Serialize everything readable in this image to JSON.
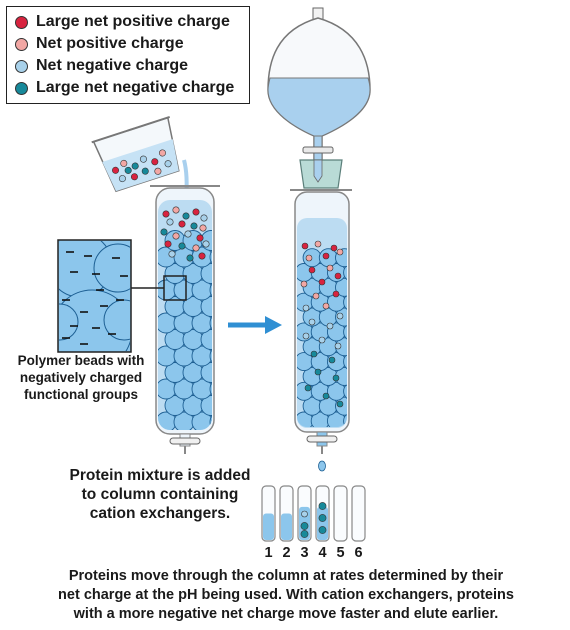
{
  "legend": {
    "items": [
      {
        "label": "Large net positive charge",
        "color": "#d8233f"
      },
      {
        "label": "Net positive charge",
        "color": "#f2a7a4"
      },
      {
        "label": "Net negative charge",
        "color": "#a8d1ea"
      },
      {
        "label": "Large net negative charge",
        "color": "#17899a"
      }
    ]
  },
  "bead_label": {
    "line1": "Polymer beads with",
    "line2": "negatively charged",
    "line3": "functional groups"
  },
  "mixture_caption": {
    "line1": "Protein mixture is added",
    "line2": "to column containing",
    "line3": "cation exchangers."
  },
  "tubes": {
    "numbers": [
      "1",
      "2",
      "3",
      "4",
      "5",
      "6"
    ]
  },
  "bottom_caption": {
    "line1": "Proteins move through the column at rates determined by their",
    "line2": "net charge at the pH being used. With cation exchangers, proteins",
    "line3": "with a more negative net charge move faster and elute earlier."
  },
  "colors": {
    "bead_fill": "#8cc6ec",
    "bead_stroke": "#1d5f93",
    "liquid": "#bcdcf2",
    "arrow": "#2f8fd3",
    "stopper": "#b9dbd6"
  }
}
